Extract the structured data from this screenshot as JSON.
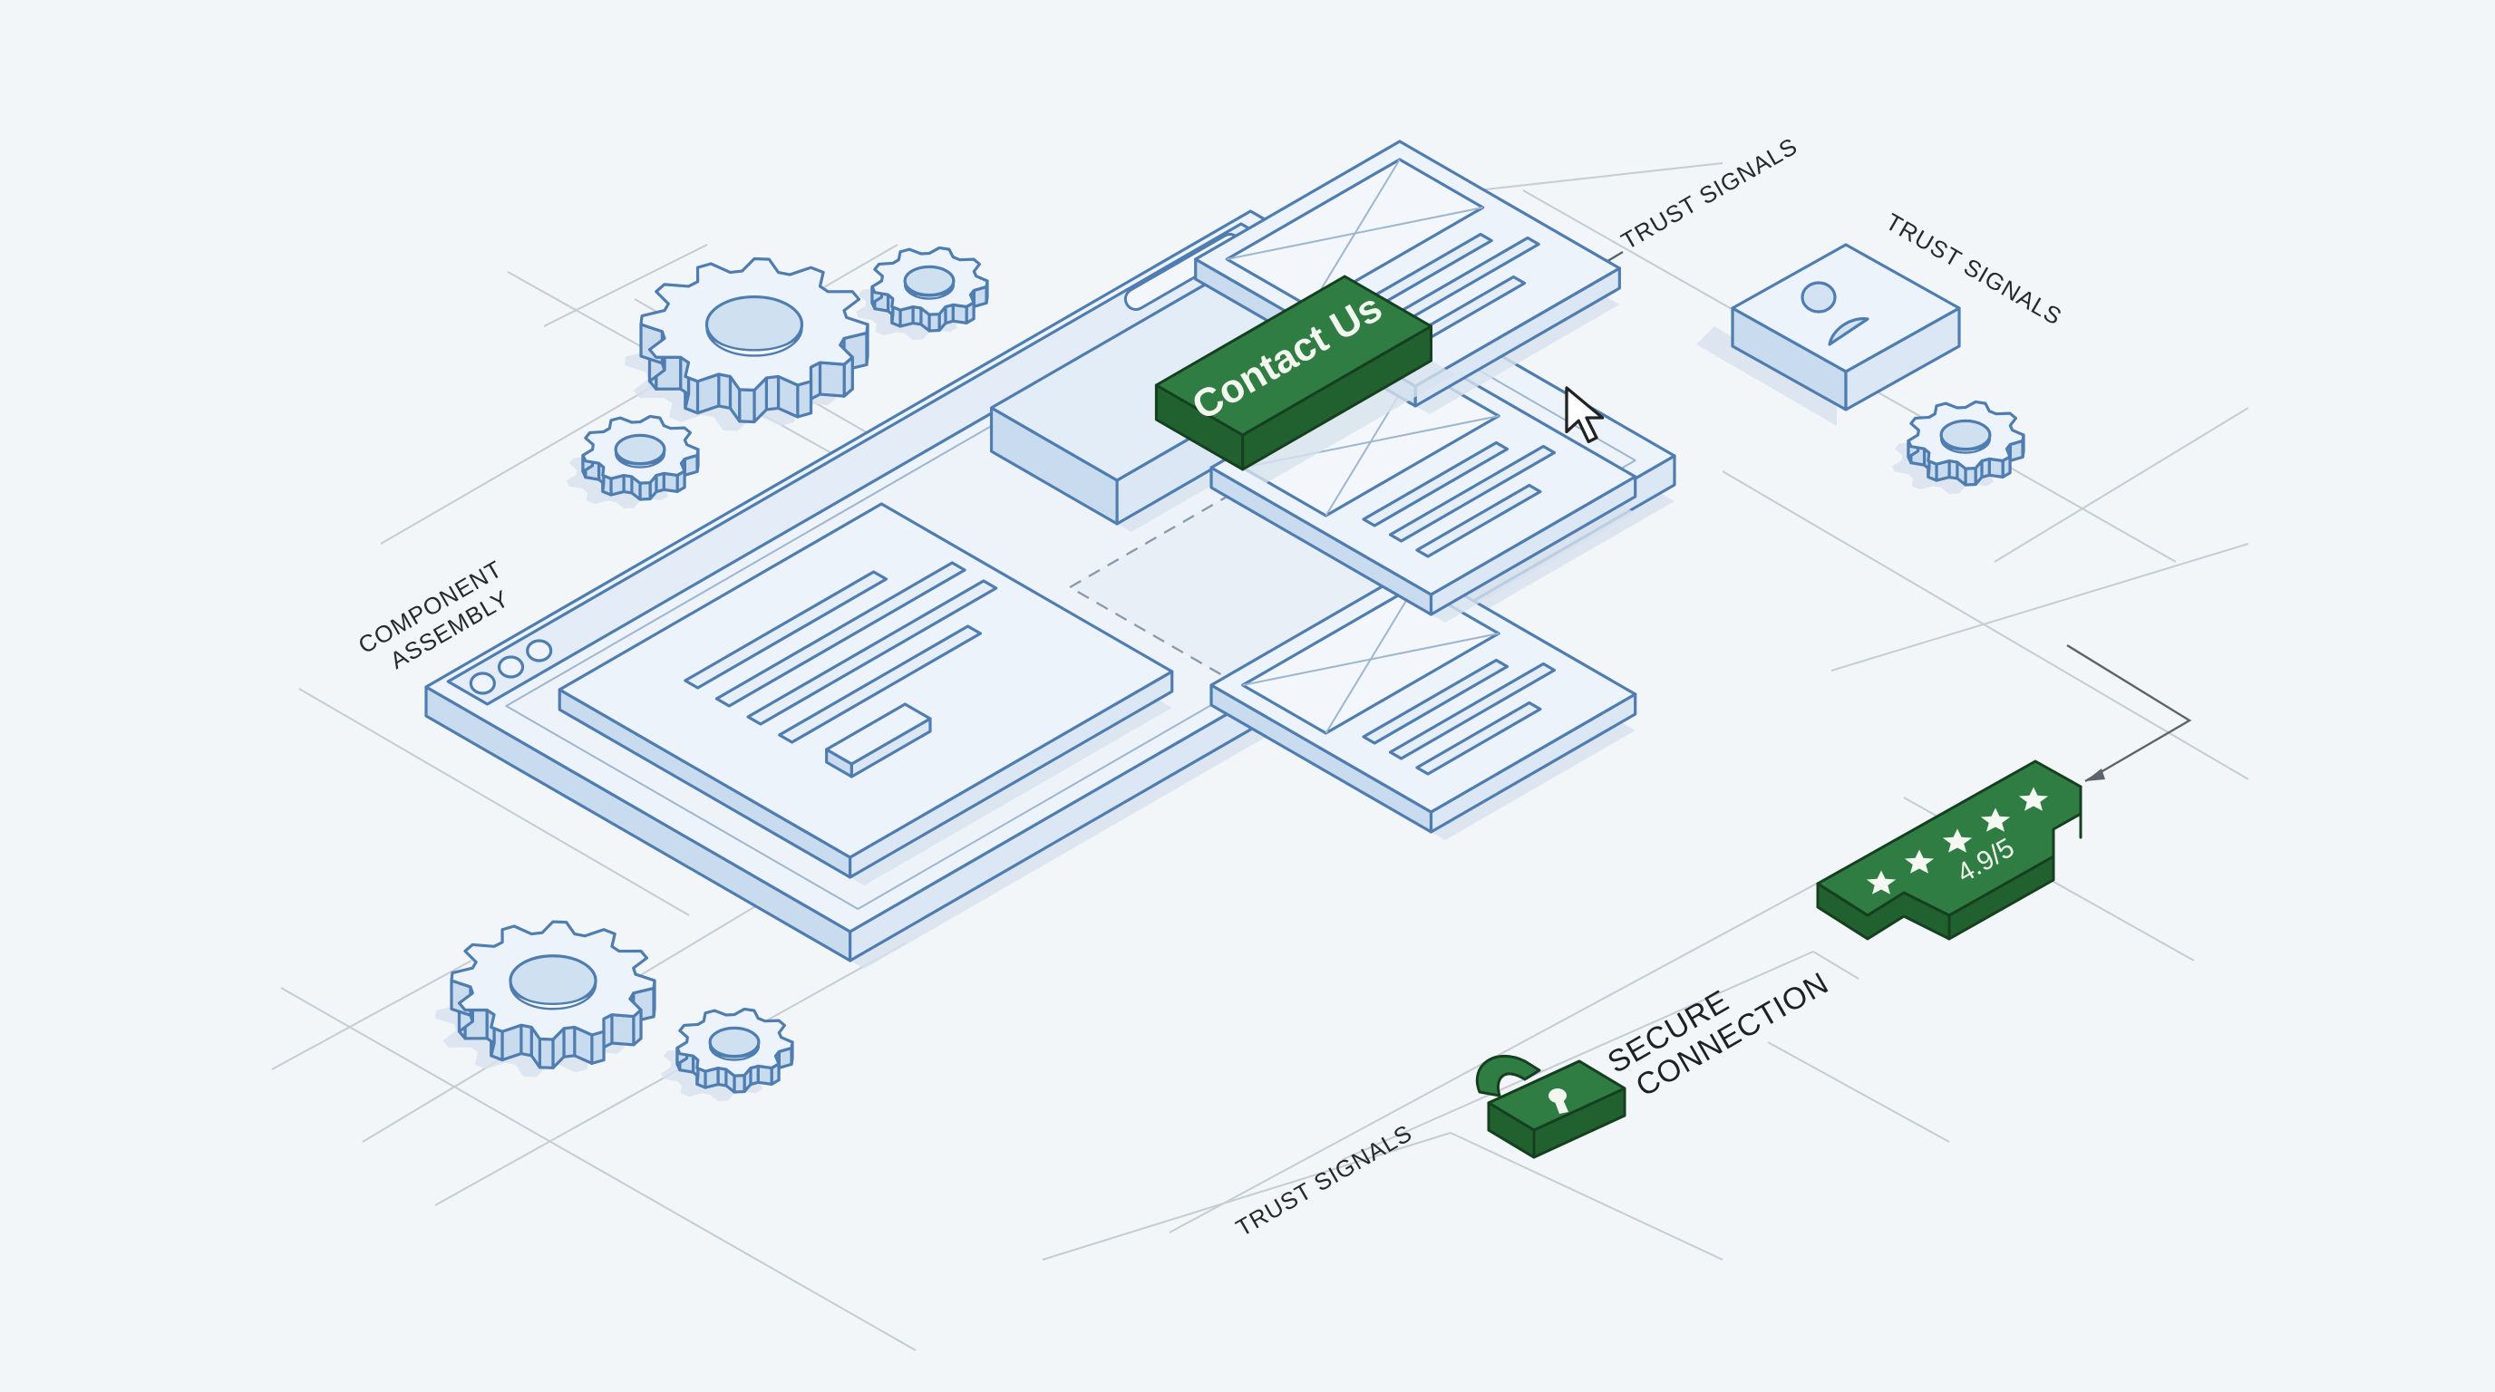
{
  "scene": {
    "title": "Isometric website wireframe with trust signals",
    "labels": {
      "component_assembly": [
        "COMPONENT",
        "ASSEMBLY"
      ],
      "trust_signals_top": "TRUST SIGNALS",
      "trust_signals_avatar": "TRUST SIGNALS",
      "trust_signals_bottom": "TRUST SIGNALS"
    },
    "browser_window": {
      "window_controls": [
        "dot",
        "dot",
        "dot"
      ],
      "address_bar_icon": "address-bar",
      "cards": [
        {
          "name": "hero-card",
          "type": "text-block",
          "text_lines": 4,
          "has_button": true
        },
        {
          "name": "header-block",
          "type": "empty-block"
        },
        {
          "name": "image-card-1",
          "type": "image-with-text",
          "text_lines": 3
        },
        {
          "name": "image-card-2",
          "type": "image-with-text",
          "text_lines": 3
        },
        {
          "name": "image-card-3",
          "type": "image-with-text",
          "text_lines": 3
        }
      ]
    },
    "cta_button": {
      "label": "Contact Us",
      "icon": "cursor-arrow-icon"
    },
    "rating_badge": {
      "stars": 5,
      "rating": 4.9,
      "max": 5,
      "text": "4.9/5",
      "icon": "star-icon"
    },
    "secure_badge": {
      "icon": "padlock-icon",
      "lines": [
        "SECURE",
        "CONNECTION"
      ]
    },
    "avatar_badge": {
      "icon": "user-avatar-icon"
    },
    "gears": [
      {
        "name": "gear-large-top",
        "teeth": 12
      },
      {
        "name": "gear-small-top-right",
        "teeth": 9
      },
      {
        "name": "gear-small-top-left",
        "teeth": 9
      },
      {
        "name": "gear-right",
        "teeth": 9
      },
      {
        "name": "gear-large-bottom",
        "teeth": 12
      },
      {
        "name": "gear-small-bottom",
        "teeth": 9
      }
    ],
    "colors": {
      "background": "#f2f6f9",
      "wire_blue": "#4f7db0",
      "face_light": "#edf3fa",
      "face_blue": "#c9dbef",
      "brand_green": "#2f7d43",
      "green_dark": "#21612f",
      "guide_gray": "#c6ccd2",
      "text_dark": "#26292c"
    }
  }
}
